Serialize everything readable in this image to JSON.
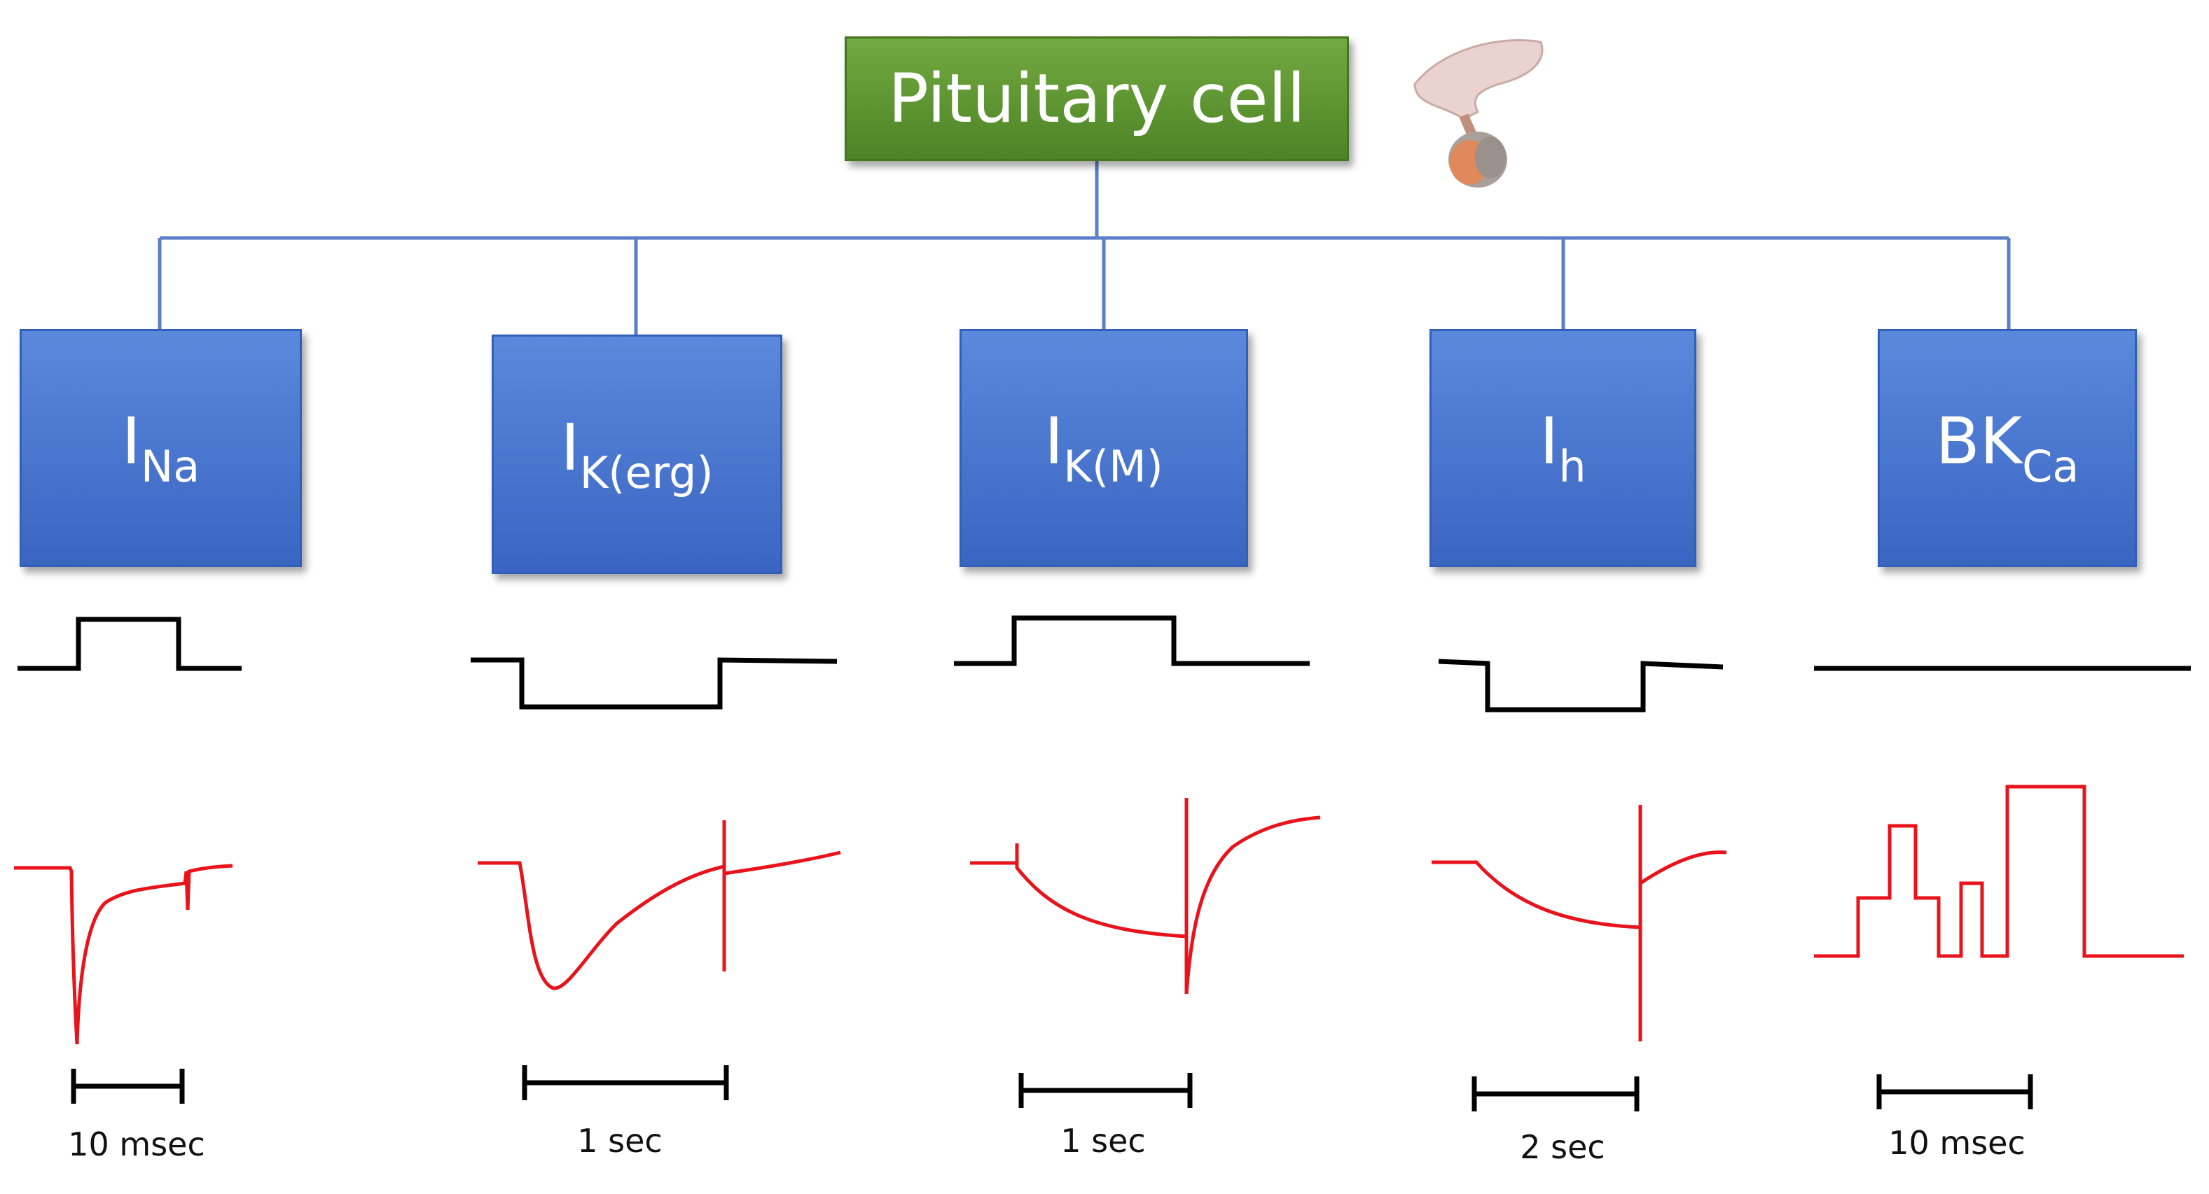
{
  "root": {
    "label": "Pituitary cell",
    "icon": "pituitary-gland-icon"
  },
  "channels": [
    {
      "main": "I",
      "sub": "Na",
      "scale": "10 msec"
    },
    {
      "main": "I",
      "sub": "K(erg)",
      "scale": "1 sec"
    },
    {
      "main": "I",
      "sub": "K(M)",
      "scale": "1 sec"
    },
    {
      "main": "I",
      "sub": "h",
      "scale": "2 sec"
    },
    {
      "main": "BK",
      "sub": "Ca",
      "scale": "10 msec"
    }
  ],
  "colors": {
    "root_box": "#5a9431",
    "channel_box": "#4472c4",
    "connector": "#5b7ec8",
    "voltage_trace": "#000000",
    "current_trace": "#e8131b"
  }
}
